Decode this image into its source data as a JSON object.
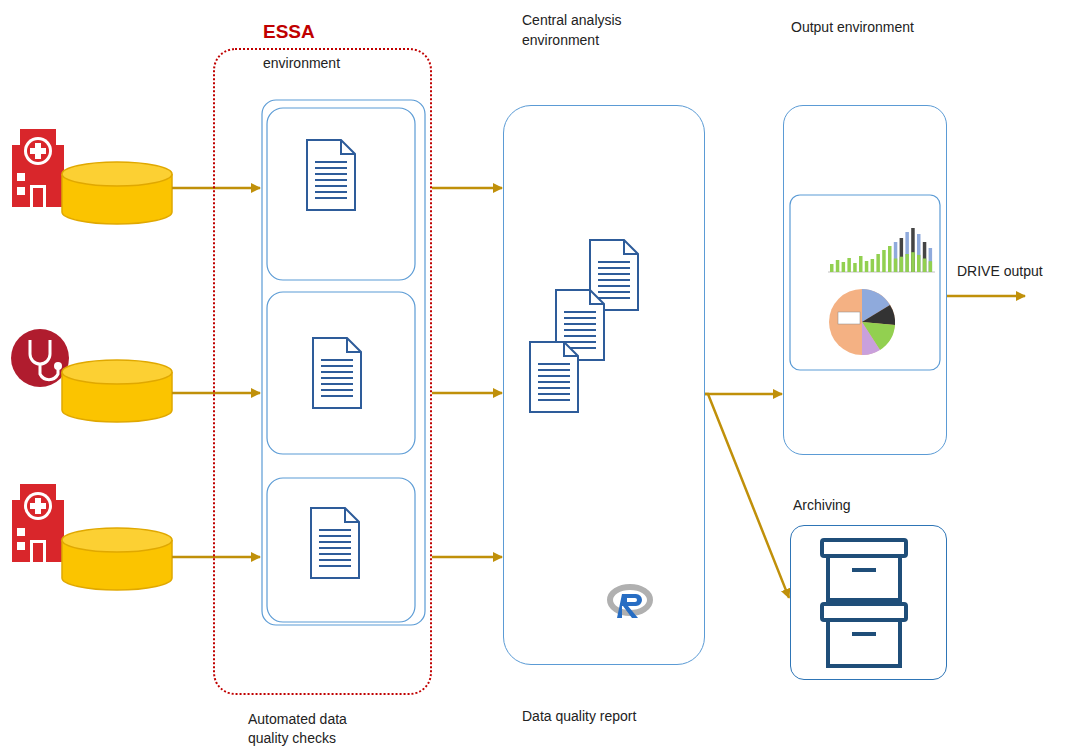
{
  "diagram": {
    "nodes": [
      {
        "text": [
          "ESSA",
          "environment"
        ]
      },
      {
        "text": [
          "Central analysis environment"
        ]
      },
      {
        "text": [
          "Output environment"
        ]
      },
      {
        "text": [
          "Archiving"
        ]
      }
    ],
    "edges": [
      {
        "from": 0,
        "to": 1,
        "arrow": "to"
      },
      {
        "from": 0,
        "to": 1,
        "arrow": "to"
      },
      {
        "from": 0,
        "to": 1,
        "arrow": "to"
      },
      {
        "from": 1,
        "to": 2,
        "arrow": "to"
      },
      {
        "from": 1,
        "to": 3,
        "arrow": "to"
      }
    ],
    "labels": [
      "Automated data quality checks",
      "Data quality report",
      "DRIVE output"
    ]
  }
}
